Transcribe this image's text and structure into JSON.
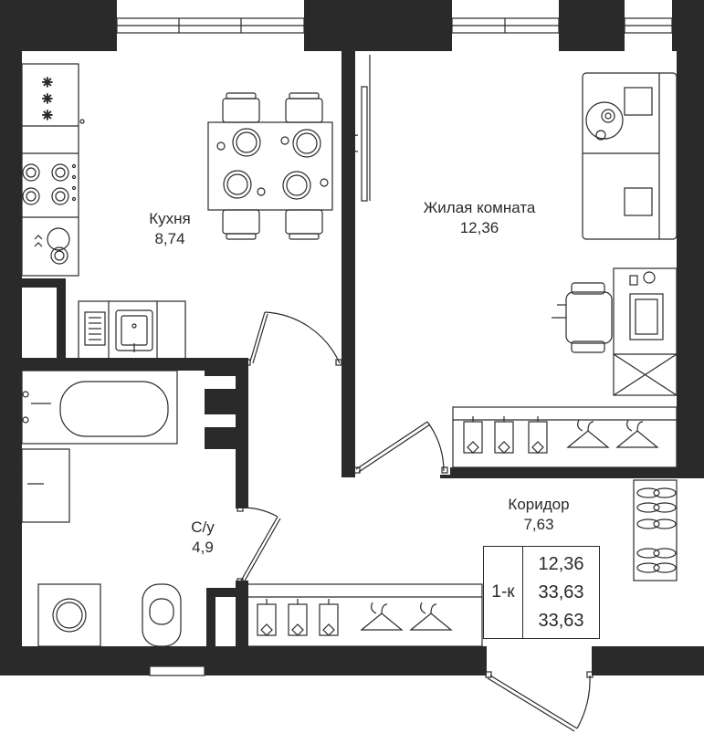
{
  "colors": {
    "wall": "#2a2a2a",
    "line": "#2a2a2a",
    "background": "#ffffff"
  },
  "rooms": {
    "kitchen": {
      "name": "Кухня",
      "area": "8,74"
    },
    "living": {
      "name": "Жилая комната",
      "area": "12,36"
    },
    "corridor": {
      "name": "Коридор",
      "area": "7,63"
    },
    "bathroom": {
      "name": "С/у",
      "area": "4,9"
    }
  },
  "summary": {
    "type": "1-к",
    "living_area": "12,36",
    "total_area": "33,63",
    "total_area_2": "33,63"
  },
  "icons": [
    "window-icon",
    "stove-icon",
    "sink-icon",
    "dining-table-icon",
    "sofa-icon",
    "desk-icon",
    "office-chair-icon",
    "bathtub-icon",
    "washing-machine-icon",
    "toilet-icon",
    "hanger-icon",
    "shoes-icon",
    "door-icon"
  ]
}
